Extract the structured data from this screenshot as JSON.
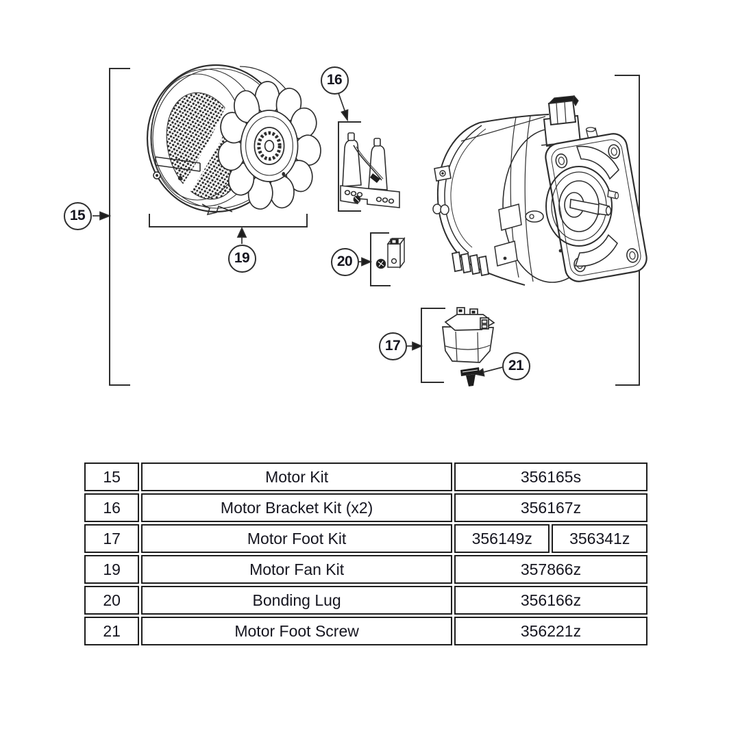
{
  "diagram": {
    "callouts": {
      "c15": "15",
      "c16": "16",
      "c17": "17",
      "c19": "19",
      "c20": "20",
      "c21": "21"
    }
  },
  "table": {
    "rows": [
      {
        "ref": "15",
        "description": "Motor Kit",
        "parts": [
          "356165s"
        ]
      },
      {
        "ref": "16",
        "description": "Motor Bracket Kit (x2)",
        "parts": [
          "356167z"
        ]
      },
      {
        "ref": "17",
        "description": "Motor Foot Kit",
        "parts": [
          "356149z",
          "356341z"
        ]
      },
      {
        "ref": "19",
        "description": "Motor Fan Kit",
        "parts": [
          "357866z"
        ]
      },
      {
        "ref": "20",
        "description": "Bonding Lug",
        "parts": [
          "356166z"
        ]
      },
      {
        "ref": "21",
        "description": "Motor Foot Screw",
        "parts": [
          "356221z"
        ]
      }
    ]
  },
  "colors": {
    "line": "#2b2b2b",
    "text": "#15151f",
    "background": "#ffffff"
  }
}
